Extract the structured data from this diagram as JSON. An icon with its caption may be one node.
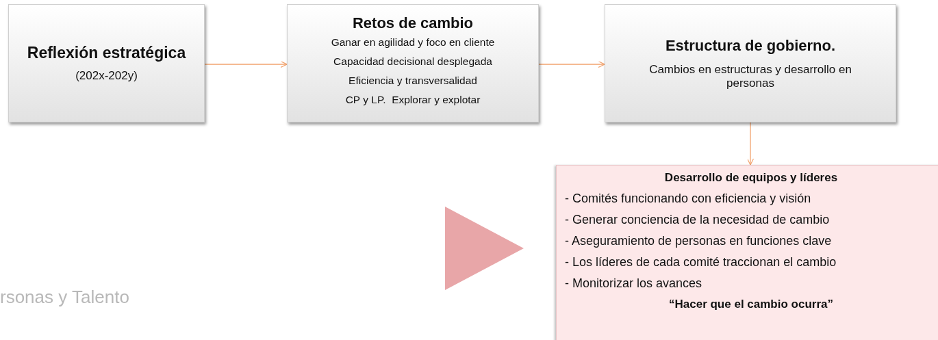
{
  "diagram": {
    "nodes": [
      {
        "text": [
          "Reflexión estratégica",
          "(202x-202y)"
        ]
      },
      {
        "text": [
          "Retos de cambio",
          "Ganar en agilidad y foco en cliente",
          "Capacidad decisional desplegada",
          "Eficiencia y transversalidad",
          "CP y LP.  Explorar y explotar"
        ]
      },
      {
        "text": [
          "Estructura de gobierno.",
          "Cambios en estructuras y desarrollo en personas"
        ]
      },
      {
        "text": [
          "Desarrollo de equipos y líderes",
          "- Comités funcionando con eficiencia y visión",
          "- Generar conciencia de la necesidad de cambio",
          "- Aseguramiento de personas en funciones clave",
          "- Los líderes de cada comité traccionan el cambio",
          "- Monitorizar los avances",
          "“Hacer que el cambio ocurra”"
        ]
      }
    ],
    "edges": [
      {
        "from": 0,
        "to": 1,
        "arrow": "to"
      },
      {
        "from": 1,
        "to": 2,
        "arrow": "to"
      },
      {
        "from": 2,
        "to": 3,
        "arrow": "to"
      }
    ],
    "labels": [
      "rsonas y Talento"
    ]
  }
}
